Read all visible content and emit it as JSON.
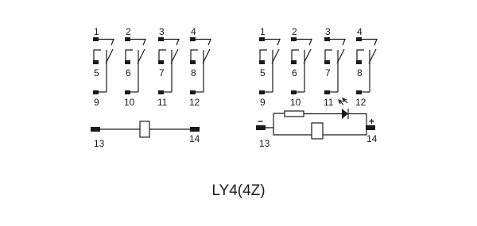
{
  "diagram": {
    "caption": "LY4(4Z)",
    "left_relay": {
      "com_pins": [
        "1",
        "2",
        "3",
        "4"
      ],
      "nc_pins": [
        "5",
        "6",
        "7",
        "8"
      ],
      "no_pins": [
        "9",
        "10",
        "11",
        "12"
      ],
      "coil_pins": [
        "13",
        "14"
      ]
    },
    "right_relay": {
      "com_pins": [
        "1",
        "2",
        "3",
        "4"
      ],
      "nc_pins": [
        "5",
        "6",
        "7",
        "8"
      ],
      "no_pins": [
        "9",
        "10",
        "11",
        "12"
      ],
      "coil_pins": [
        "13",
        "14"
      ],
      "coil_minus": "−",
      "coil_plus": "+"
    }
  }
}
